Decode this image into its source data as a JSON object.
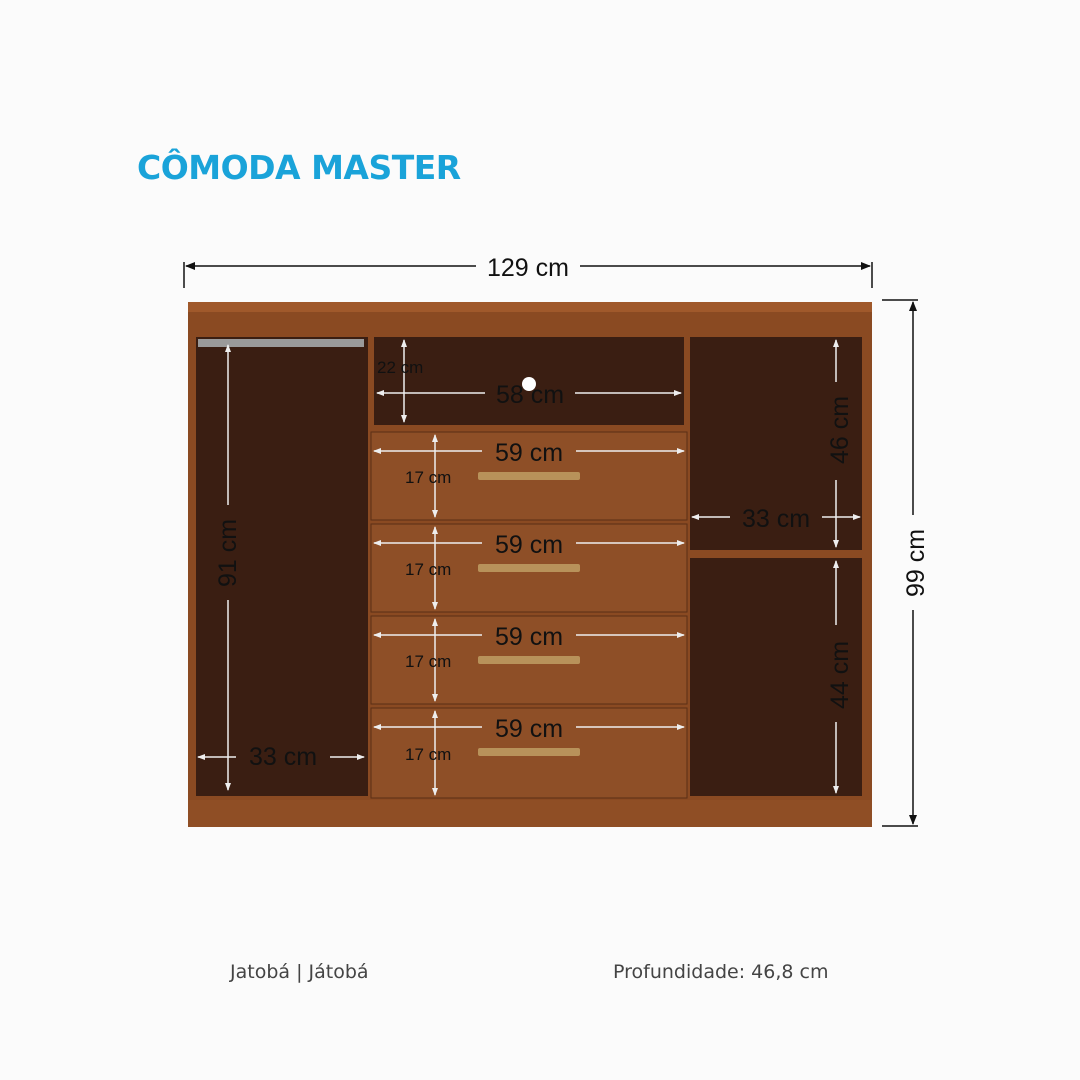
{
  "title": "CÔMODA MASTER",
  "finish": "Jatobá | Játobá",
  "depth": "Profundidade: 46,8 cm",
  "dimensions": {
    "total_width": "129 cm",
    "total_height": "99 cm",
    "left_height": "91 cm",
    "left_width": "33 cm",
    "niche_height": "22 cm",
    "niche_width": "58 cm",
    "drawer_widths": [
      "59 cm",
      "59 cm",
      "59 cm",
      "59 cm"
    ],
    "drawer_heights": [
      "17 cm",
      "17 cm",
      "17 cm",
      "17 cm"
    ],
    "right_top_height": "46 cm",
    "right_width": "33 cm",
    "right_bottom_height": "44 cm"
  },
  "colors": {
    "title": "#1aa3d9",
    "wood": "#8a4a22",
    "interior": "#3a1e12",
    "drawer_front": "#8e4f27",
    "handle": "#b8925a"
  }
}
